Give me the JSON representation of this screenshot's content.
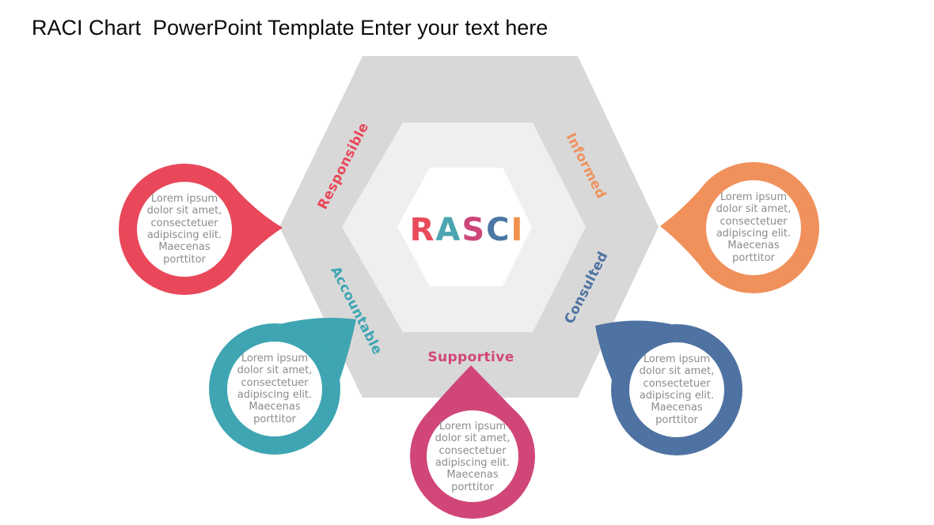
{
  "slide": {
    "title": "RACI Chart  PowerPoint Template Enter your text here"
  },
  "hexagon": {
    "outer_color": "#d8d8d8",
    "middle_color": "#efefef",
    "inner_color": "#ffffff"
  },
  "center_word": {
    "word": "RASCI",
    "letters": [
      {
        "char": "R",
        "color": "#e84c5c"
      },
      {
        "char": "A",
        "color": "#4aa5b0"
      },
      {
        "char": "S",
        "color": "#cc4679"
      },
      {
        "char": "C",
        "color": "#4b77a4"
      },
      {
        "char": "I",
        "color": "#f2914e"
      }
    ]
  },
  "roles": [
    {
      "id": "responsible",
      "label": "Responsible",
      "color": "#e8485a",
      "callout_text": "Lorem ipsum dolor sit amet, consectetuer adipiscing elit. Maecenas porttitor"
    },
    {
      "id": "informed",
      "label": "Informed",
      "color": "#f0915c",
      "callout_text": "Lorem ipsum dolor sit amet, consectetuer adipiscing elit. Maecenas porttitor"
    },
    {
      "id": "consulted",
      "label": "Consulted",
      "color": "#4e73a2",
      "callout_text": "Lorem ipsum dolor sit amet, consectetuer adipiscing elit. Maecenas porttitor"
    },
    {
      "id": "accountable",
      "label": "Accountable",
      "color": "#3fa5b2",
      "callout_text": "Lorem ipsum dolor sit amet, consectetuer adipiscing elit. Maecenas porttitor"
    },
    {
      "id": "supportive",
      "label": "Supportive",
      "color": "#d14679",
      "callout_text": "Lorem ipsum dolor sit amet, consectetuer adipiscing elit. Maecenas porttitor"
    }
  ],
  "callout_text_color": "#8c8c8c"
}
